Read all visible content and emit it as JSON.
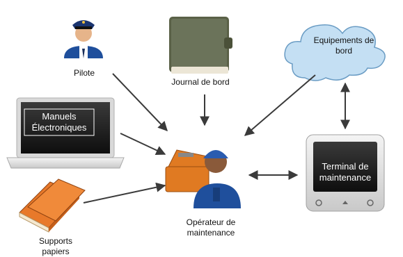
{
  "labels": {
    "pilot": "Pilote",
    "logbook": "Journal de bord",
    "equipment": "Equipements de\nbord",
    "manuals": "Manuels\nÉlectroniques",
    "technician": "Opérateur de\nmaintenance",
    "terminal": "Terminal de\nmaintenance",
    "paper": "Supports\npapiers"
  },
  "icons": {
    "pilot": "pilot-icon",
    "logbook": "logbook-icon",
    "equipment": "cloud-icon",
    "laptop": "laptop-icon",
    "technician": "technician-icon",
    "terminal": "terminal-icon",
    "books": "books-icon"
  },
  "colors": {
    "arrow": "#3a3a3a",
    "cloud_fill": "#c4dff3",
    "book_orange": "#e8792a",
    "logbook_green": "#5a6147",
    "uniform_blue": "#1f4f9c",
    "toolbox_orange": "#e07a22",
    "screen_dark": "#1c1c1c"
  }
}
